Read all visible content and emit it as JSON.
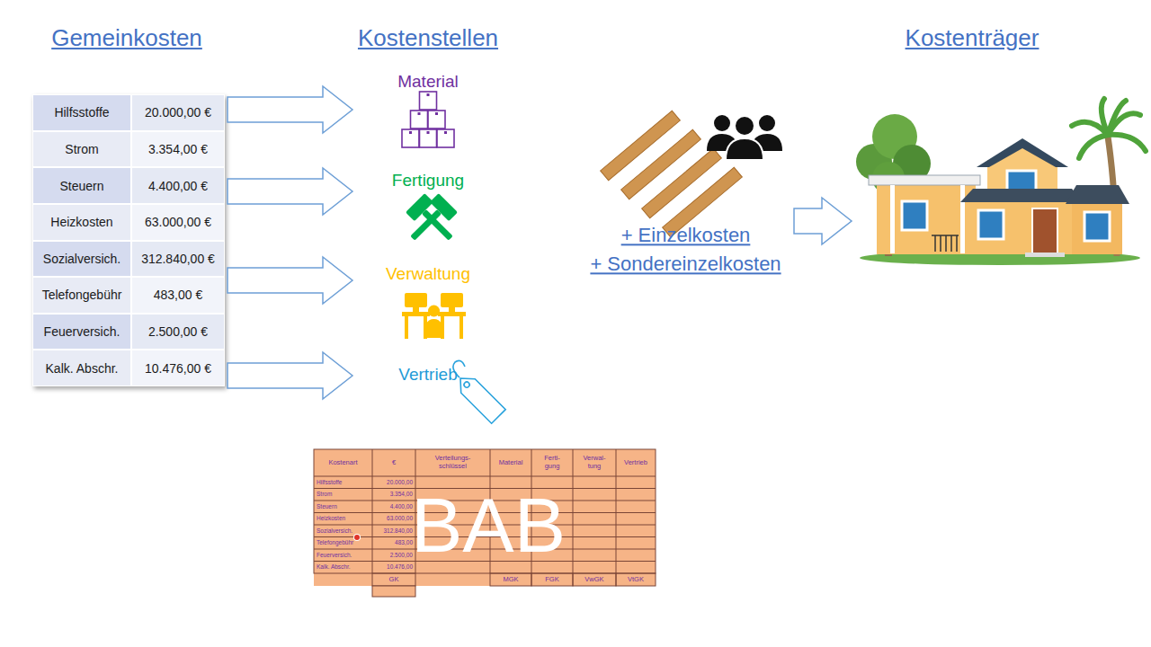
{
  "diagram": {
    "nodes": [
      {
        "text": [
          "Gemeinkosten",
          "Hilfsstoffe",
          "20.000,00 €",
          "Strom",
          "3.354,00 €",
          "Steuern",
          "4.400,00 €",
          "Heizkosten",
          "63.000,00 €",
          "Sozialversich.",
          "312.840,00 €",
          "Telefongebühr",
          "483,00 €",
          "Feuerversich.",
          "2.500,00 €",
          "Kalk. Abschr.",
          "10.476,00 €"
        ]
      },
      {
        "text": [
          "Material"
        ]
      },
      {
        "text": [
          "Fertigung"
        ]
      },
      {
        "text": [
          "Verwaltung"
        ]
      },
      {
        "text": [
          "Vertrieb"
        ]
      },
      {
        "text": [
          "+ Einzelkosten",
          "+ Sondereinzelkosten"
        ]
      },
      {
        "text": [
          "Kostenträger"
        ]
      },
      {
        "text": [
          "Kostenart",
          "€",
          "Verteilungs- schlüssel",
          "Material",
          "Ferti- gung",
          "Verwal- tung",
          "Vertrieb",
          "Hilfsstoffe",
          "20.000,00",
          "Strom",
          "3.354,00",
          "Steuern",
          "4.400,00",
          "Heizkosten",
          "63.000,00",
          "Sozialversich.",
          "312.840,00",
          "Telefongebühr",
          "483,00",
          "Feuerversich.",
          "2.500,00",
          "Kalk. Abschr.",
          "10.476,00",
          "GK",
          "MGK",
          "FGK",
          "VwGK",
          "VtGK"
        ]
      }
    ],
    "edges": [
      {
        "from": 0,
        "to": 1,
        "arrow": "to"
      },
      {
        "from": 0,
        "to": 2,
        "arrow": "to"
      },
      {
        "from": 0,
        "to": 3,
        "arrow": "to"
      },
      {
        "from": 0,
        "to": 4,
        "arrow": "to"
      },
      {
        "from": 5,
        "to": 6,
        "arrow": "to"
      }
    ],
    "labels": [
      "Kostenstellen",
      "BAB"
    ]
  }
}
